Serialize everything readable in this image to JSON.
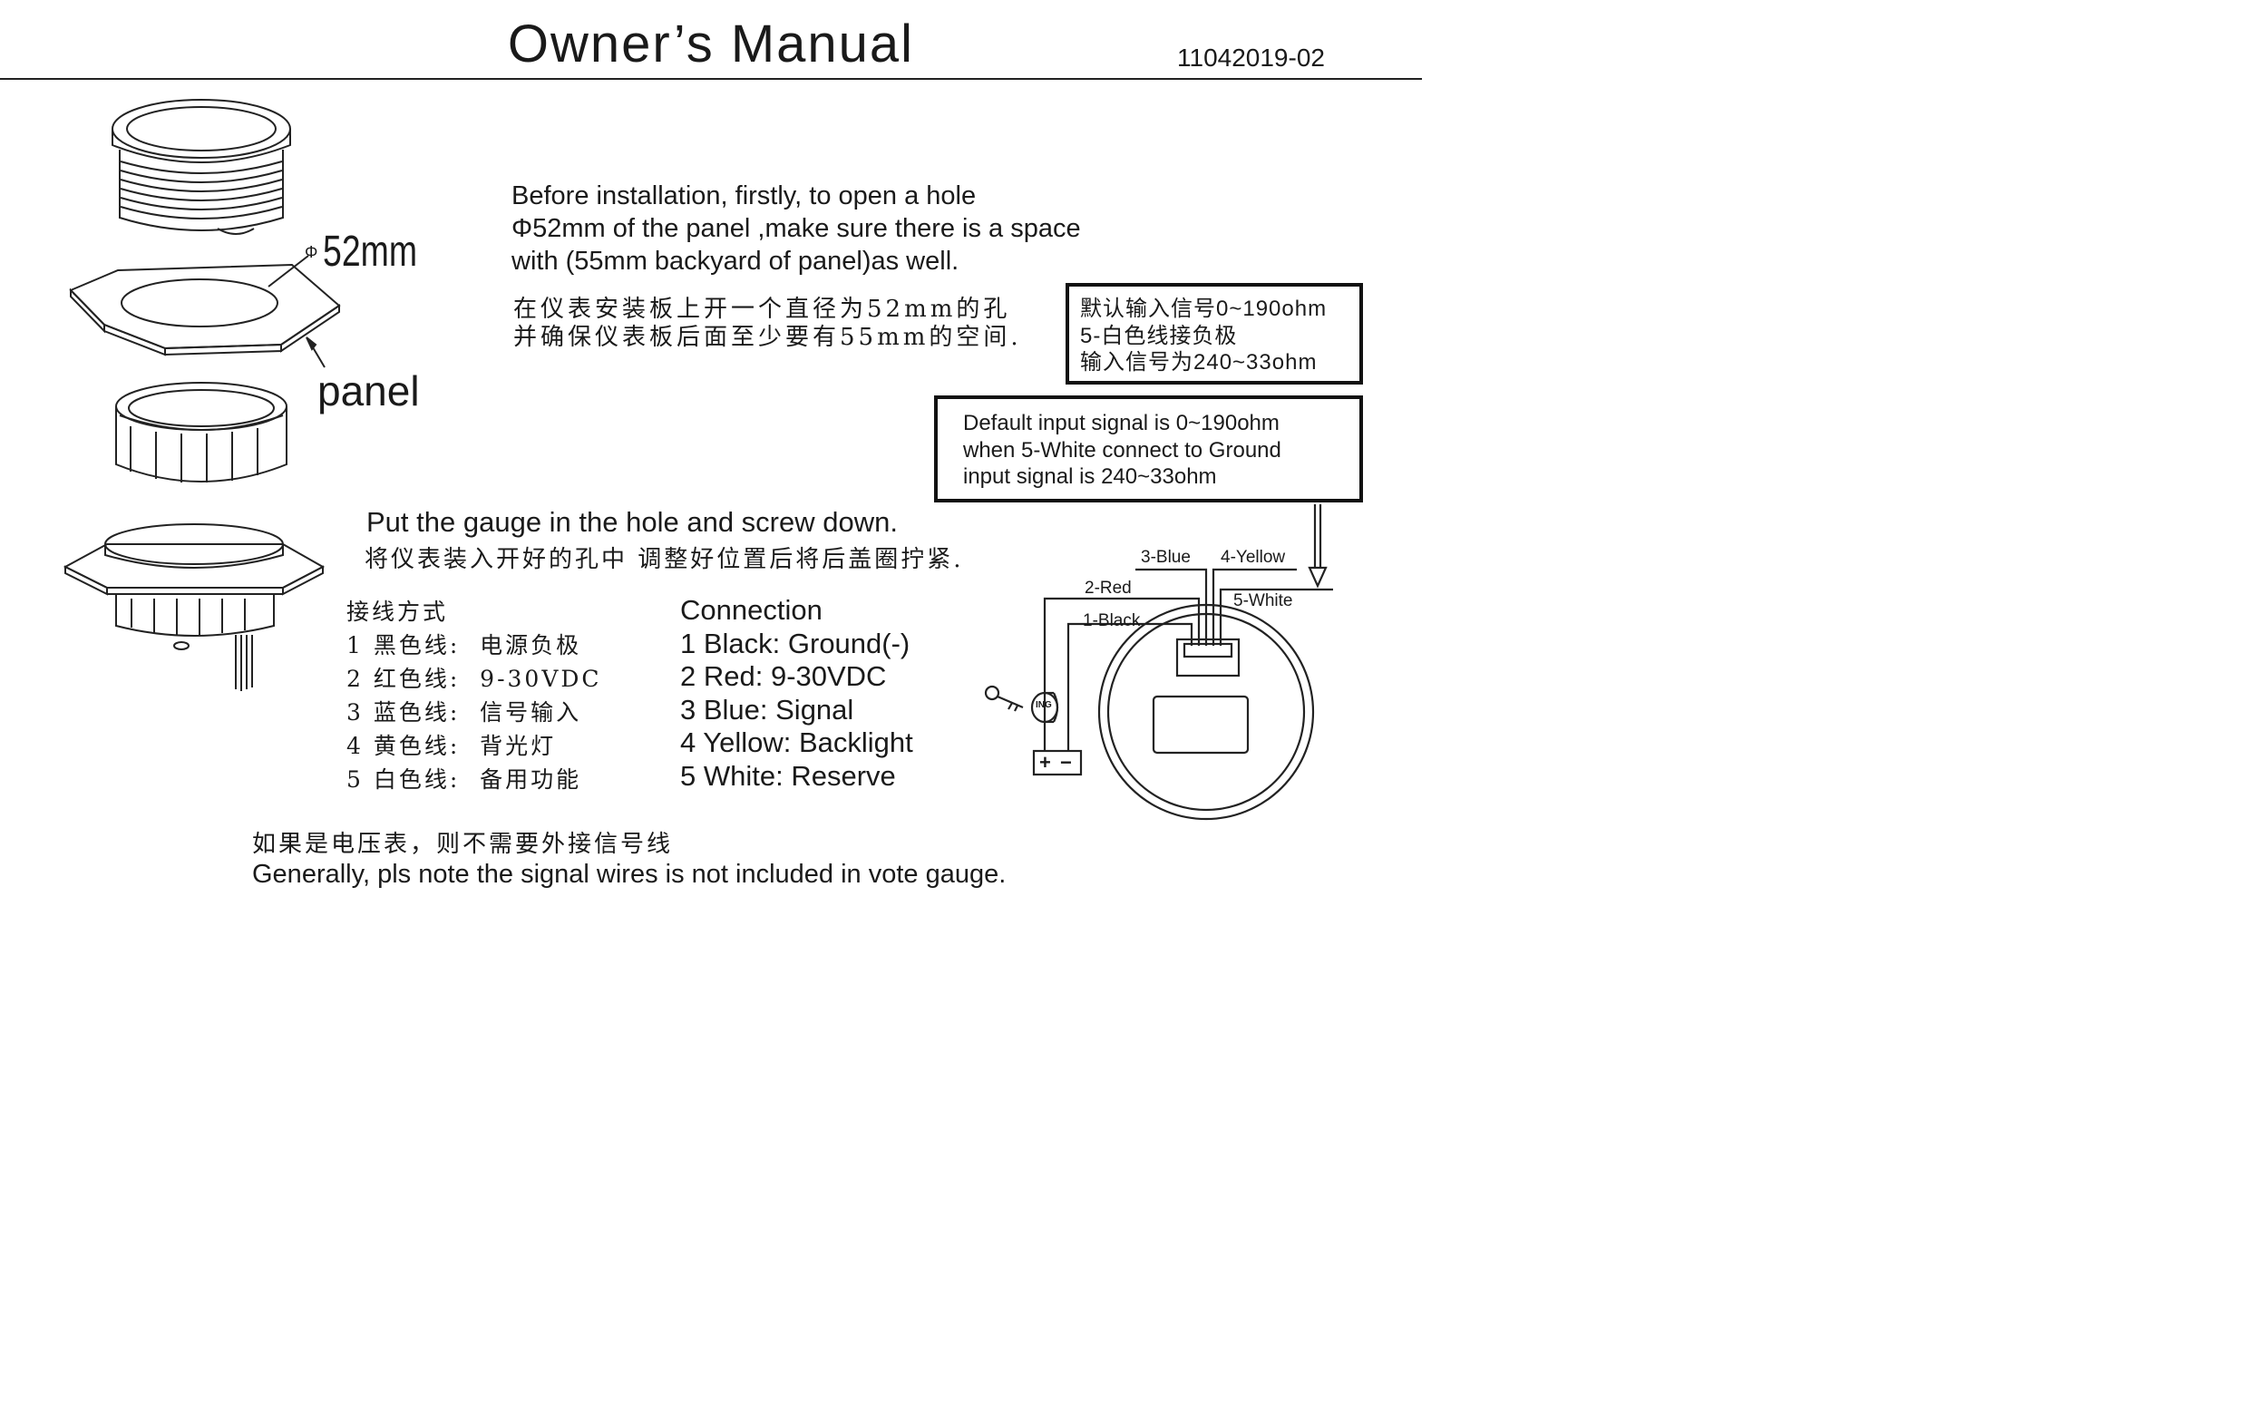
{
  "header": {
    "title": "Owner’s Manual",
    "doc_number": "11042019-02"
  },
  "figure_labels": {
    "phi_symbol": "Φ",
    "hole_size": "52mm",
    "panel": "panel"
  },
  "install": {
    "en_lines": [
      "Before installation, firstly, to open a hole",
      "Φ52mm of the panel ,make sure there is a space",
      "with (55mm backyard of panel)as well."
    ],
    "zh_lines": [
      "在仪表安装板上开一个直径为52mm的孔",
      "并确保仪表板后面至少要有55mm的空间."
    ]
  },
  "cn_box": {
    "lines": [
      "默认输入信号0~190ohm",
      "5-白色线接负极",
      "输入信号为240~33ohm"
    ]
  },
  "en_box": {
    "lines": [
      "Default  input signal is 0~190ohm",
      "when 5-White connect to Ground",
      "input signal is 240~33ohm"
    ]
  },
  "screw": {
    "en": "Put the gauge in the hole and screw down.",
    "zh": "将仪表装入开好的孔中 调整好位置后将后盖圈拧紧."
  },
  "connection_zh": {
    "heading": "接线方式",
    "items": [
      "1 黑色线:  电源负极",
      "2 红色线:  9-30VDC",
      "3 蓝色线:  信号输入",
      "4 黄色线:  背光灯",
      "5 白色线:  备用功能"
    ]
  },
  "connection_en": {
    "heading": "Connection",
    "items": [
      "1 Black: Ground(-)",
      "2 Red: 9-30VDC",
      "3 Blue: Signal",
      "4 Yellow: Backlight",
      "5 White: Reserve"
    ]
  },
  "wiring": {
    "blue": "3-Blue",
    "yellow": "4-Yellow",
    "red": "2-Red",
    "white": "5-White",
    "black": "1-Black",
    "ign": "ING",
    "battery": "+ −"
  },
  "footer": {
    "zh": "如果是电压表，则不需要外接信号线",
    "en": "Generally, pls note the signal wires is not included in vote gauge."
  }
}
